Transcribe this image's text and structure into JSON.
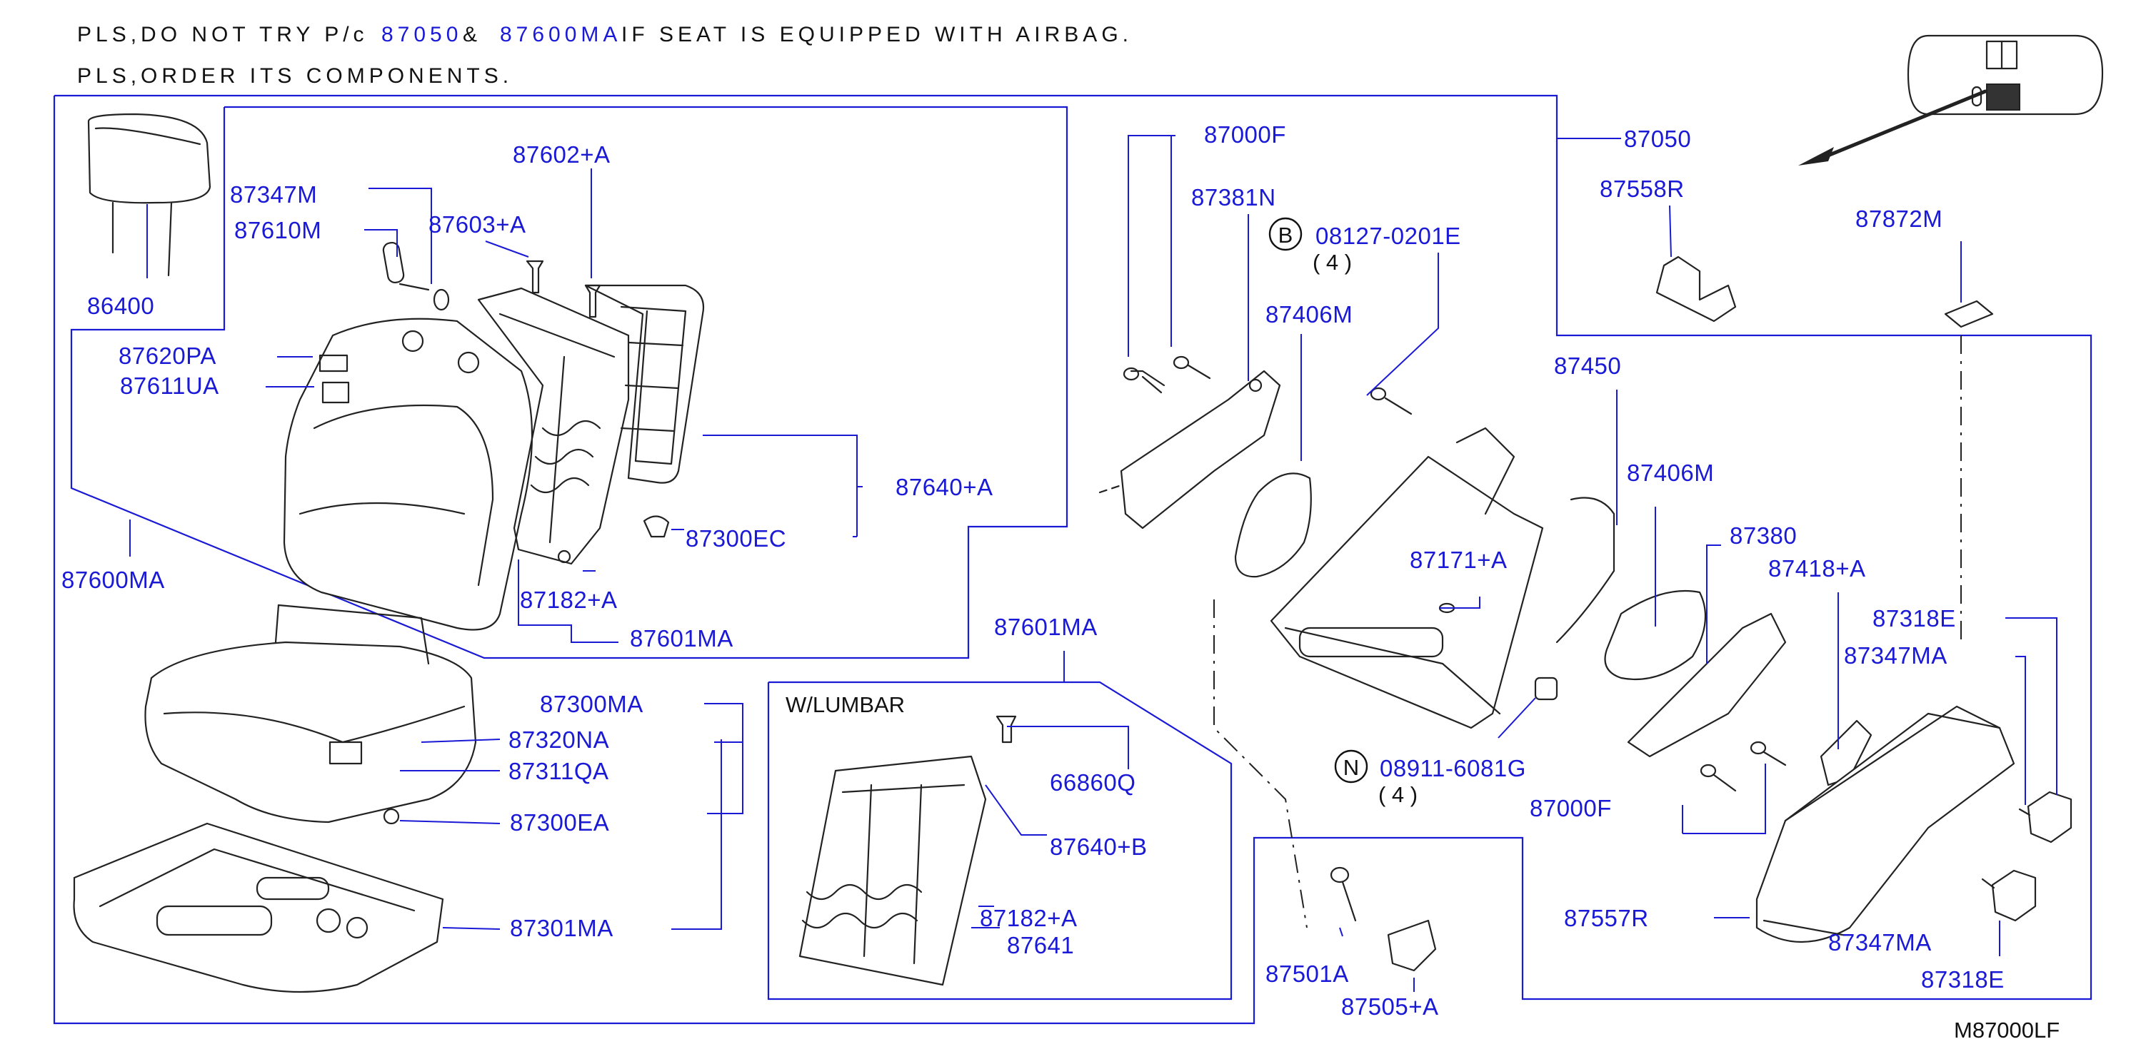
{
  "notes": {
    "line1_a": "PLS,DO NOT TRY P/c",
    "line1_p1": "87050",
    "line1_amp": "&",
    "line1_p2": "87600MA",
    "line1_b": "IF SEAT IS EQUIPPED WITH AIRBAG.",
    "line2": "PLS,ORDER ITS COMPONENTS."
  },
  "drawing_code": "M87000LF",
  "lumbar_label": "W/LUMBAR",
  "callouts": {
    "b": "B",
    "n": "N",
    "qty_b": "( 4 )",
    "qty_n": "( 4 )"
  },
  "parts": {
    "p86400": "86400",
    "p87347M": "87347M",
    "p87610M": "87610M",
    "p87603A": "87603+A",
    "p87602A": "87602+A",
    "p87620PA": "87620PA",
    "p87611UA": "87611UA",
    "p87640A": "87640+A",
    "p87300EC": "87300EC",
    "p87182A_top": "87182+A",
    "p87601MA_top": "87601MA",
    "p87600MA": "87600MA",
    "p87601MA_lum": "87601MA",
    "p87300MA": "87300MA",
    "p87320NA": "87320NA",
    "p87311QA": "87311QA",
    "p87300EA": "87300EA",
    "p87301MA": "87301MA",
    "p66860Q": "66860Q",
    "p87640B": "87640+B",
    "p87182A_lum": "87182+A",
    "p87641": "87641",
    "p87000F_top": "87000F",
    "p87381N": "87381N",
    "p08127": "08127-0201E",
    "p87406M_left": "87406M",
    "p87450": "87450",
    "p87171A": "87171+A",
    "p08911": "08911-6081G",
    "p87406M_right": "87406M",
    "p87380": "87380",
    "p87418A": "87418+A",
    "p87000F_bot": "87000F",
    "p87050": "87050",
    "p87558R": "87558R",
    "p87872M": "87872M",
    "p87318E_top": "87318E",
    "p87347MA_top": "87347MA",
    "p87557R": "87557R",
    "p87347MA_bot": "87347MA",
    "p87318E_bot": "87318E",
    "p87501A": "87501A",
    "p87505A": "87505+A"
  }
}
